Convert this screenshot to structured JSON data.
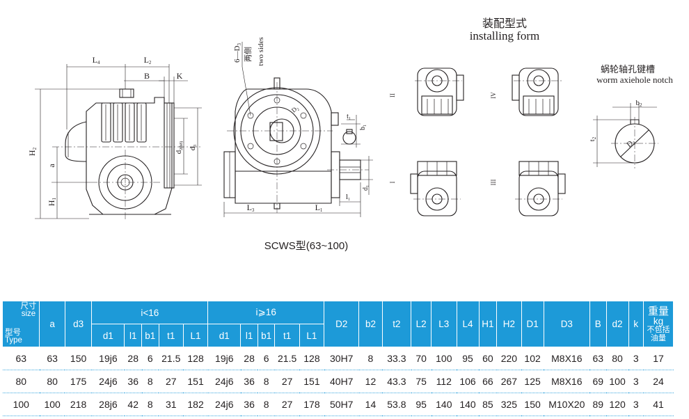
{
  "figure": {
    "side_view_labels": {
      "L4": "L",
      "L4_sub": "4",
      "L2": "L",
      "L2_sub": "2",
      "B": "B",
      "K": "K",
      "H2": "H",
      "H2_sub": "2",
      "a": "a",
      "H1": "H",
      "H1_sub": "1",
      "d2": "d",
      "d2_sub": "2(h8)",
      "d3": "d",
      "d3_sub": "3"
    },
    "front_view_labels": {
      "holes": "6—D",
      "holes_sub": "3",
      "two_sides_cn": "两侧",
      "two_sides_en": "two sides",
      "t1": "t",
      "t1_sub": "1",
      "b1": "b",
      "b1_sub": "1",
      "D2": "D",
      "D2_sub": "2",
      "d1": "d",
      "d1_sub": "1",
      "l1": "l",
      "l1_sub": "1",
      "L3": "L",
      "L3_sub": "3",
      "L1": "L",
      "L1_sub": "1"
    },
    "installing_title_cn": "装配型式",
    "installing_title_en": "installing form",
    "positions": {
      "p1": "II",
      "p2": "IV",
      "p3": "I",
      "p4": "III"
    },
    "notch_title_cn": "蜗轮轴孔键槽",
    "notch_title_en": "worm axiehole notch",
    "notch_labels": {
      "b2": "b",
      "b2_sub": "2",
      "t2": "t",
      "t2_sub": "2",
      "D2": "D",
      "D2_sub": "2"
    }
  },
  "caption": "SCWS型(63~100)",
  "table": {
    "corner": {
      "size_cn": "尺寸",
      "size_en": "size",
      "type_cn": "型号",
      "type_en": "Type"
    },
    "a": "a",
    "d3": "d3",
    "group_lt": "i<16",
    "group_ge": "i⩾16",
    "sub": [
      "d1",
      "l1",
      "b1",
      "t1",
      "L1"
    ],
    "cols": [
      "D2",
      "b2",
      "t2",
      "L2",
      "L3",
      "L4",
      "H1",
      "H2",
      "D1",
      "D3",
      "B",
      "d2",
      "k"
    ],
    "weight": {
      "cn": "重量",
      "unit": "kg",
      "note1": "不包括",
      "note2": "油量"
    },
    "rows": [
      [
        "63",
        "63",
        "150",
        "19j6",
        "28",
        "6",
        "21.5",
        "128",
        "19j6",
        "28",
        "6",
        "21.5",
        "128",
        "30H7",
        "8",
        "33.3",
        "70",
        "100",
        "95",
        "60",
        "220",
        "102",
        "M8X16",
        "63",
        "80",
        "3",
        "17"
      ],
      [
        "80",
        "80",
        "175",
        "24j6",
        "36",
        "8",
        "27",
        "151",
        "24j6",
        "36",
        "8",
        "27",
        "151",
        "40H7",
        "12",
        "43.3",
        "75",
        "112",
        "106",
        "66",
        "267",
        "125",
        "M8X16",
        "69",
        "100",
        "3",
        "24"
      ],
      [
        "100",
        "100",
        "218",
        "28j6",
        "42",
        "8",
        "31",
        "182",
        "24j6",
        "36",
        "8",
        "27",
        "178",
        "50H7",
        "14",
        "53.8",
        "95",
        "140",
        "140",
        "85",
        "325",
        "150",
        "M10X20",
        "89",
        "120",
        "3",
        "41"
      ]
    ]
  }
}
